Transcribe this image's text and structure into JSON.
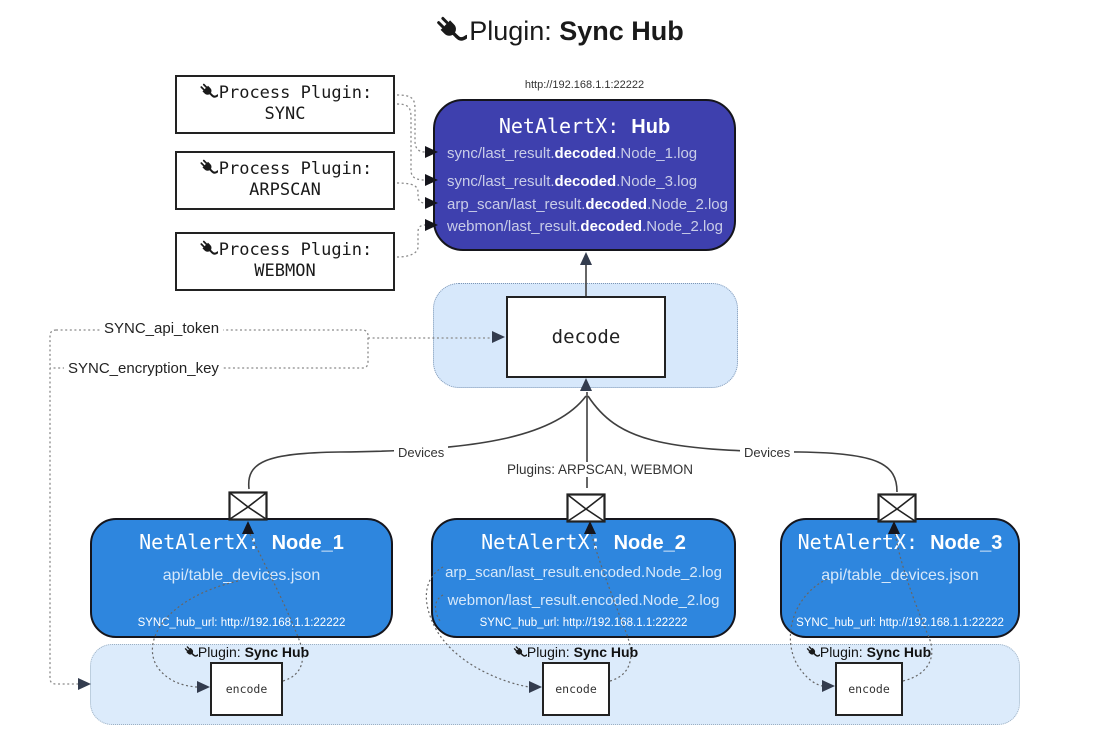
{
  "title": {
    "prefix": "Plugin: ",
    "bold": "Sync Hub",
    "icon": "plug-icon"
  },
  "hub": {
    "url": "http://192.168.1.1:22222",
    "name_prefix": "NetAlertX: ",
    "name_bold": "Hub",
    "logs": [
      {
        "pre": "sync/last_result.",
        "bold": "decoded",
        "post": ".Node_1.log"
      },
      {
        "pre": "sync/last_result.",
        "bold": "decoded",
        "post": ".Node_3.log"
      },
      {
        "pre": "arp_scan/last_result.",
        "bold": "decoded",
        "post": ".Node_2.log"
      },
      {
        "pre": "webmon/last_result.",
        "bold": "decoded",
        "post": ".Node_2.log"
      }
    ]
  },
  "process_plugins": [
    {
      "label": "Process Plugin:",
      "name": "SYNC"
    },
    {
      "label": "Process Plugin:",
      "name": "ARPSCAN"
    },
    {
      "label": "Process Plugin:",
      "name": "WEBMON"
    }
  ],
  "tokens": {
    "api": "SYNC_api_token",
    "key": "SYNC_encryption_key"
  },
  "decode": {
    "label": "decode"
  },
  "encode": {
    "label": "encode",
    "plugin_prefix": "Plugin: ",
    "plugin_bold": "Sync Hub"
  },
  "edges": {
    "devices_left": "Devices",
    "devices_right": "Devices",
    "plugins_mid": "Plugins: ARPSCAN, WEBMON"
  },
  "nodes": [
    {
      "name_prefix": "NetAlertX: ",
      "name_bold": "Node_1",
      "lines": [
        "api/table_devices.json"
      ],
      "hub_url": "SYNC_hub_url: http://192.168.1.1:22222"
    },
    {
      "name_prefix": "NetAlertX: ",
      "name_bold": "Node_2",
      "lines": [
        "arp_scan/last_result.encoded.Node_2.log",
        "webmon/last_result.encoded.Node_2.log"
      ],
      "hub_url": "SYNC_hub_url: http://192.168.1.1:22222"
    },
    {
      "name_prefix": "NetAlertX: ",
      "name_bold": "Node_3",
      "lines": [
        "api/table_devices.json"
      ],
      "hub_url": "SYNC_hub_url: http://192.168.1.1:22222"
    }
  ],
  "colors": {
    "hub_bg": "#3e40ae",
    "node_bg": "#2e86de",
    "panel_top_bg": "#d7e8fb",
    "panel_bottom_bg": "#dcebfb",
    "arrow_dark": "#333c4e",
    "line_gray": "#3f3f3f"
  }
}
